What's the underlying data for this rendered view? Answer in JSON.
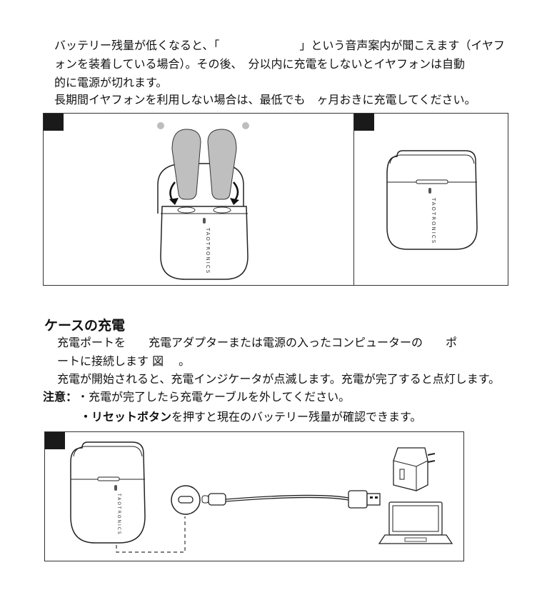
{
  "battery_section": {
    "p1_line1": "バッテリー残量が低くなると、「　　　　　　　」という音声案内が聞こえます（イヤフ",
    "p1_line2": "ォンを装着している場合）。その後、　分以内に充電をしないとイヤフォンは自動",
    "p1_line3": "的に電源が切れます。",
    "p2_line1": "長期間イヤフォンを利用しない場合は、最低でも　ヶ月おきに充電してください。"
  },
  "figures": {
    "case_brand": "TAOTRONICS"
  },
  "charging_section": {
    "title": "ケースの充電",
    "p1_line1": "充電ポートを　　充電アダプターまたは電源の入ったコンピューターの　　ポ",
    "p1_line2": "ートに接続します 図　 。",
    "p2_line1": "充電が開始されると、充電インジケータが点滅します。充電が完了すると点灯します。",
    "note_label": "注意：",
    "note1": "・充電が完了したら充電ケーブルを外してください。",
    "note2_bold": "・リセットボタン",
    "note2_rest": "を押すと現在のバッテリー残量が確認できます。"
  }
}
